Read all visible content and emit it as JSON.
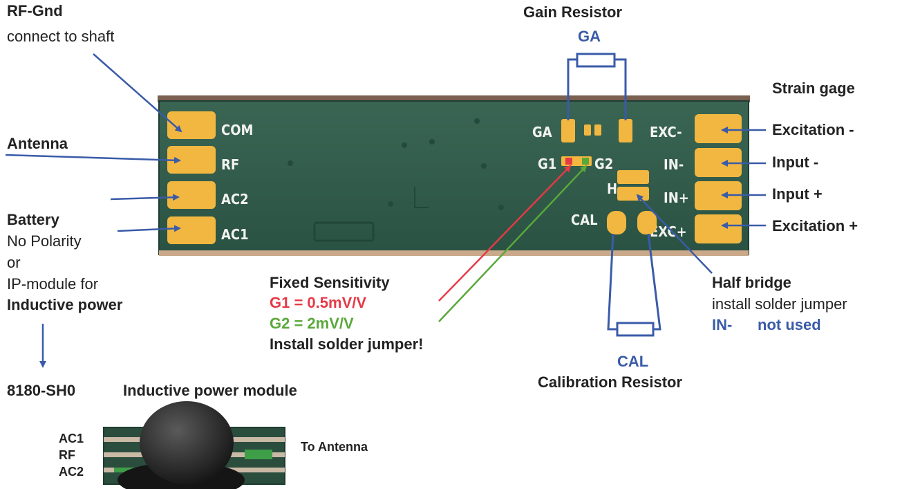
{
  "labels": {
    "rf_gnd_title": "RF-Gnd",
    "rf_gnd_sub": "connect to shaft",
    "antenna": "Antenna",
    "battery_title": "Battery",
    "battery_l1": "No Polarity",
    "battery_l2": "or",
    "battery_l3": "IP-module for",
    "battery_l4": "Inductive power",
    "module_id": "8180-SH0",
    "module_title": "Inductive power module",
    "mod_ac1": "AC1",
    "mod_rf": "RF",
    "mod_ac2": "AC2",
    "to_antenna": "To Antenna",
    "gain_title": "Gain Resistor",
    "gain_code": "GA",
    "strain_title": "Strain gage",
    "exc_minus": "Excitation -",
    "input_minus": "Input -",
    "input_plus": "Input +",
    "exc_plus": "Excitation +",
    "fixed_title": "Fixed Sensitivity",
    "g1": "G1 = 0.5mV/V",
    "g2": "G2 = 2mV/V",
    "install_jumper": "Install solder jumper!",
    "half_title": "Half bridge",
    "half_sub": "install solder jumper",
    "in_minus": "IN-",
    "not_used": "not used",
    "cal_code": "CAL",
    "cal_title": "Calibration Resistor"
  },
  "board": {
    "pad_com": "COM",
    "pad_rf": "RF",
    "pad_ac2": "AC2",
    "pad_ac1": "AC1",
    "pad_ga": "GA",
    "pad_g1": "G1",
    "pad_g2": "G2",
    "pad_h": "H",
    "pad_cal": "CAL",
    "pad_exc_minus": "EXC-",
    "pad_in_minus": "IN-",
    "pad_in_plus": "IN+",
    "pad_exc_plus": "EXC+"
  },
  "colors": {
    "pcb": "#2f5a4a",
    "pad": "#f2b740",
    "arrow_blue": "#3a5ba8",
    "g1_red": "#e63946",
    "g2_green": "#5aa83a"
  }
}
